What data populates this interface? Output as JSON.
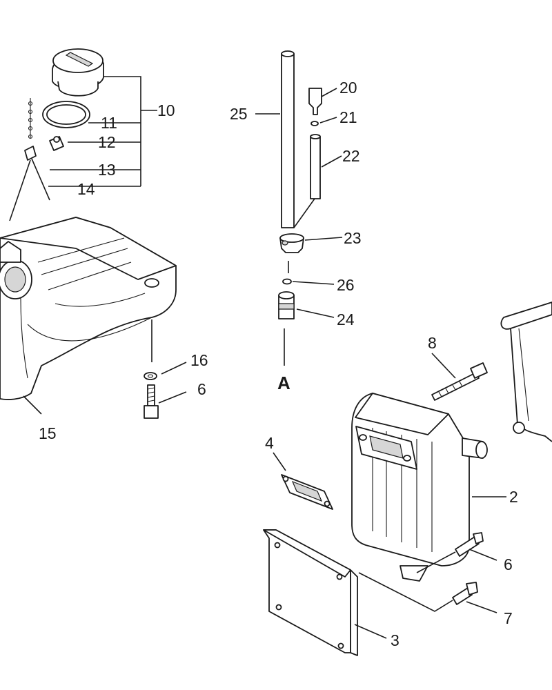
{
  "labels": {
    "l10": "10",
    "l11": "11",
    "l12": "12",
    "l13": "13",
    "l14": "14",
    "l15": "15",
    "l16": "16",
    "l6a": "6",
    "l20": "20",
    "l21": "21",
    "l22": "22",
    "l23": "23",
    "l24": "24",
    "l25": "25",
    "l26": "26",
    "lA": "A",
    "l8": "8",
    "l4": "4",
    "l2": "2",
    "l6b": "6",
    "l7": "7",
    "l3": "3"
  }
}
